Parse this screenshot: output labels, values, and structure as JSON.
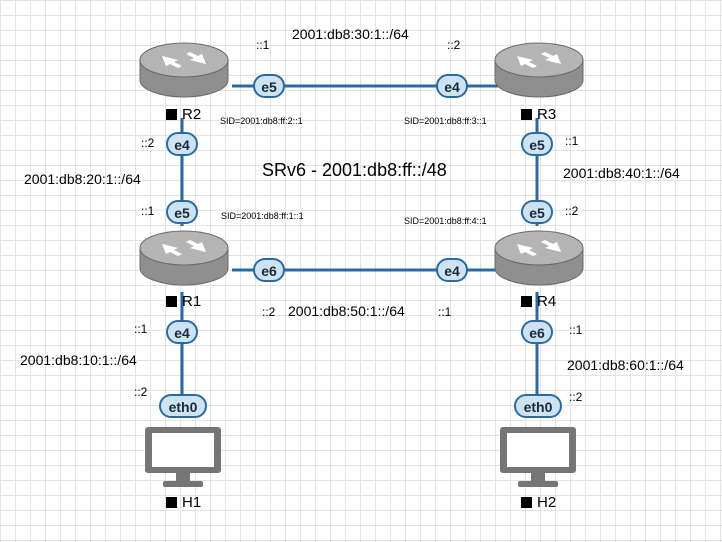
{
  "diagram": {
    "title": "SRv6 - 2001:db8:ff::/48",
    "routers": [
      {
        "id": "r1",
        "name": "R1",
        "sid": "SID=2001:db8:ff:1::1"
      },
      {
        "id": "r2",
        "name": "R2",
        "sid": "SID=2001:db8:ff:2::1"
      },
      {
        "id": "r3",
        "name": "R3",
        "sid": "SID=2001:db8:ff:3::1"
      },
      {
        "id": "r4",
        "name": "R4",
        "sid": "SID=2001:db8:ff:4::1"
      }
    ],
    "hosts": [
      {
        "id": "h1",
        "name": "H1"
      },
      {
        "id": "h2",
        "name": "H2"
      }
    ],
    "links": [
      {
        "id": "r2-r3",
        "network": "2001:db8:30:1::/64",
        "a_iface": "e5",
        "a_addr": "::1",
        "b_iface": "e4",
        "b_addr": "::2"
      },
      {
        "id": "r2-r1",
        "network": "2001:db8:20:1::/64",
        "a_iface": "e4",
        "a_addr": "::2",
        "b_iface": "e5",
        "b_addr": "::1"
      },
      {
        "id": "r3-r4",
        "network": "2001:db8:40:1::/64",
        "a_iface": "e5",
        "a_addr": "::1",
        "b_iface": "e5",
        "b_addr": "::2"
      },
      {
        "id": "r1-r4",
        "network": "2001:db8:50:1::/64",
        "a_iface": "e6",
        "a_addr": "::2",
        "b_iface": "e4",
        "b_addr": "::1"
      },
      {
        "id": "r1-h1",
        "network": "2001:db8:10:1::/64",
        "a_iface": "e4",
        "a_addr": "::1",
        "b_iface": "eth0",
        "b_addr": "::2"
      },
      {
        "id": "r4-h2",
        "network": "2001:db8:60:1::/64",
        "a_iface": "e6",
        "a_addr": "::1",
        "b_iface": "eth0",
        "b_addr": "::2"
      }
    ],
    "colors": {
      "link": "#2a6aa0",
      "iface_fill": "#cde3f2",
      "router_body": "#8f8f8f",
      "router_top": "#b4b4b4",
      "host_frame": "#757575"
    }
  }
}
